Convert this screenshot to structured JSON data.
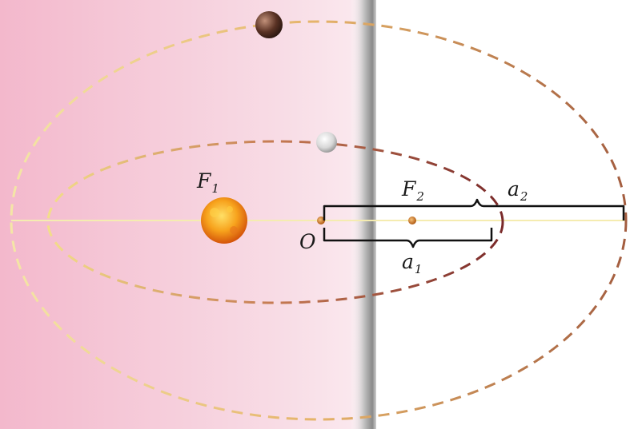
{
  "diagram": {
    "labels": {
      "focus1": {
        "main": "F",
        "sub": "1"
      },
      "focus2": {
        "main": "F",
        "sub": "2"
      },
      "center": {
        "main": "O"
      },
      "semi_major_inner": {
        "main": "a",
        "sub": "1"
      },
      "semi_major_outer": {
        "main": "a",
        "sub": "2"
      }
    },
    "colors": {
      "pink_background": "#f4c6d6",
      "spine_shadow": "#8a8a8a",
      "outer_orbit_light": "#f2e3a0",
      "outer_orbit_dark": "#a05a3a",
      "inner_orbit_light": "#f2df8c",
      "inner_orbit_dark": "#7a2a2a",
      "sun": "#f29a1a",
      "bracket": "#111111"
    },
    "icons": [
      "sun-icon",
      "planet-icon",
      "moon-icon"
    ]
  }
}
